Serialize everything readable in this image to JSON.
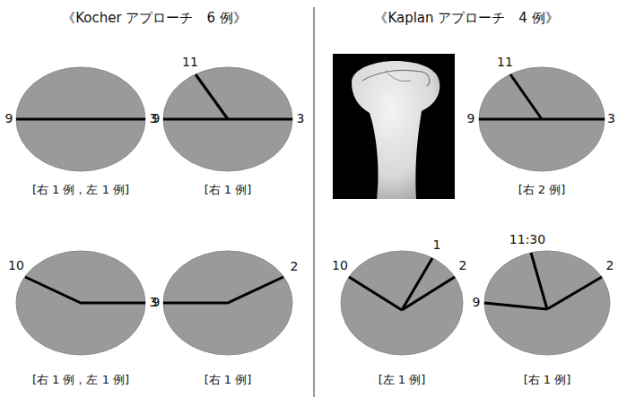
{
  "diagram": {
    "labels": [
      "《Kocher アプローチ　6 例》",
      "《Kaplan アプローチ　4 例》",
      "9",
      "3",
      "[右 1 例，左 1 例]",
      "11",
      "9",
      "3",
      "[右 1 例]",
      "10",
      "3",
      "[右 1 例，左 1 例]",
      "9",
      "2",
      "[右 1 例]",
      "11",
      "9",
      "3",
      "[右 2 例]",
      "10",
      "1",
      "2",
      "[左 1 例]",
      "11:30",
      "9",
      "2",
      "[右 1 例]"
    ]
  }
}
